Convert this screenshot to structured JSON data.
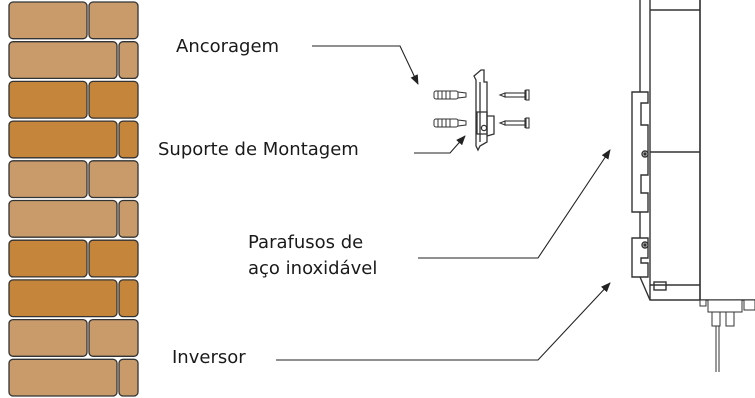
{
  "labels": {
    "anchor": "Ancoragem",
    "bracket": "Suporte de Montagem",
    "screws_line1": "Parafusos de",
    "screws_line2": "aço inoxidável",
    "inverter": "Inversor"
  },
  "colors": {
    "brick_dark": "#c5853a",
    "brick_light": "#c99b6b",
    "mortar": "#ffffff",
    "outline": "#333333",
    "text": "#1a1a1a"
  }
}
